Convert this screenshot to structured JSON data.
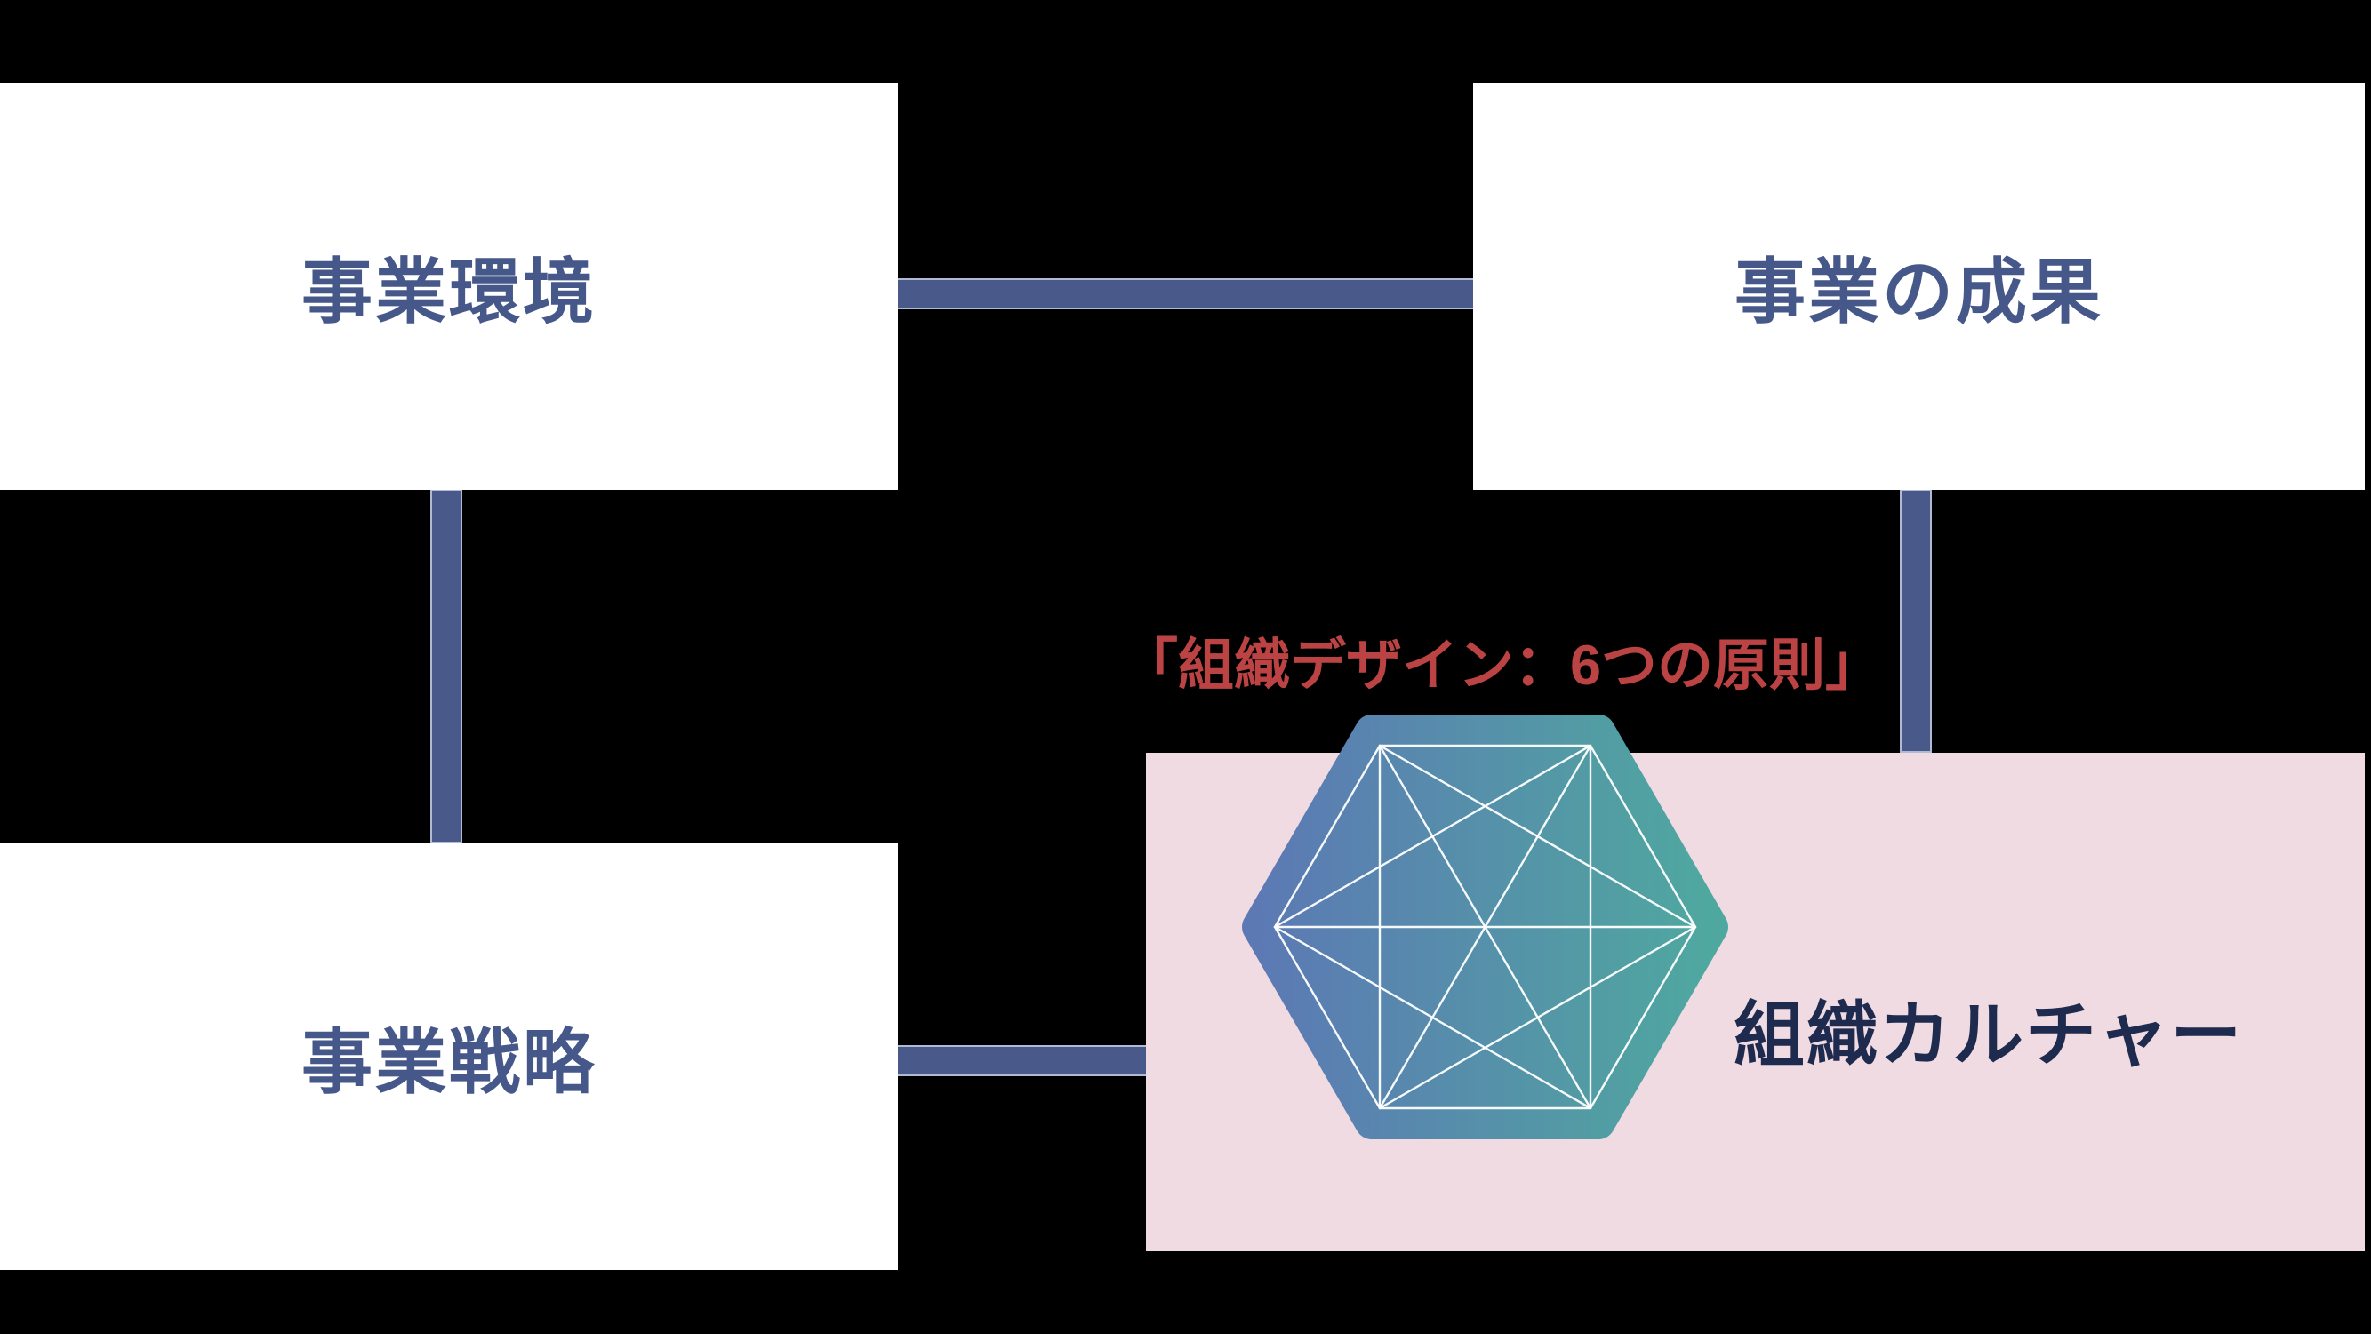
{
  "boxes": {
    "business_environment": {
      "label": "事業環境"
    },
    "business_outcome": {
      "label": "事業の成果"
    },
    "business_strategy": {
      "label": "事業戦略"
    },
    "org_culture": {
      "label": "組織カルチャー"
    }
  },
  "annotation": {
    "org_design_principles": "「組織デザイン：6つの原則」"
  },
  "icons": {
    "hexagon_network": "hexagon-network-icon"
  },
  "colors": {
    "canvas_black": "#000000",
    "box_label_blue": "#46588A",
    "connector_blue": "#48598A",
    "annotation_red": "#BC4343",
    "culture_panel_pink": "#F0DBE3",
    "culture_label_navy": "#1E2A4E",
    "hexagon_gradient_start": "#5C79B4",
    "hexagon_gradient_end": "#4FA89F",
    "mesh_line_white": "#FFFFFF"
  }
}
